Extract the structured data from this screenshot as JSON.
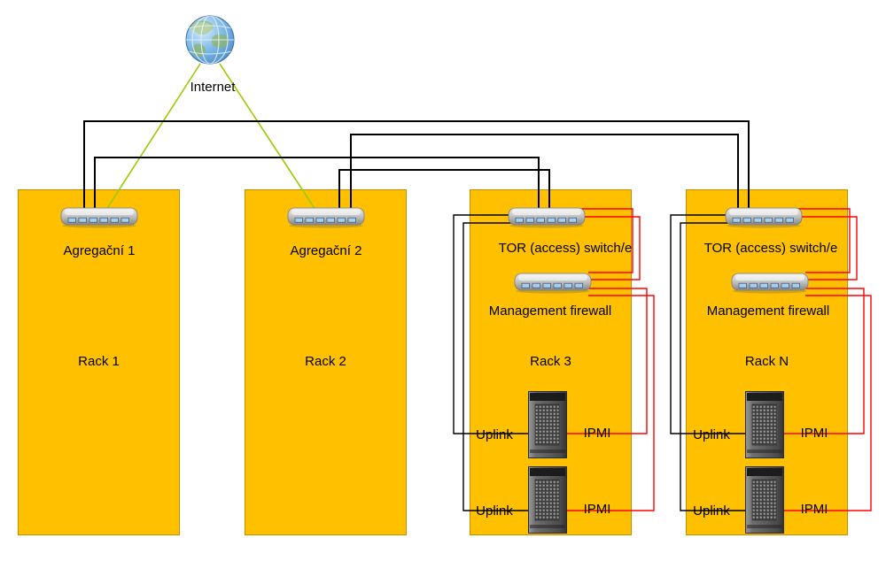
{
  "diagram": {
    "internet": {
      "label": "Internet"
    },
    "racks": [
      {
        "name": "Rack 1",
        "switch": "Agregační 1"
      },
      {
        "name": "Rack 2",
        "switch": "Agregační 2"
      },
      {
        "name": "Rack 3",
        "tor": "TOR (access) switch/e",
        "firewall": "Management firewall",
        "servers": [
          {
            "uplink": "Uplink",
            "ipmi": "IPMI"
          },
          {
            "uplink": "Uplink",
            "ipmi": "IPMI"
          }
        ]
      },
      {
        "name": "Rack N",
        "tor": "TOR (access) switch/e",
        "firewall": "Management firewall",
        "servers": [
          {
            "uplink": "Uplink",
            "ipmi": "IPMI"
          },
          {
            "uplink": "Uplink",
            "ipmi": "IPMI"
          }
        ]
      }
    ],
    "icons": {
      "internet": "globe-icon",
      "aggregation_switch": "network-switch-icon",
      "tor_switch": "network-switch-icon",
      "management_firewall": "network-switch-icon",
      "server": "tower-server-icon"
    },
    "colors": {
      "rack_fill": "#FFC000",
      "rack_border": "#BC9000",
      "trunk_wire": "#000000",
      "uplink_wire": "#000000",
      "ipmi_wire": "#FF0000",
      "internet_wire": "#99CC00"
    }
  }
}
